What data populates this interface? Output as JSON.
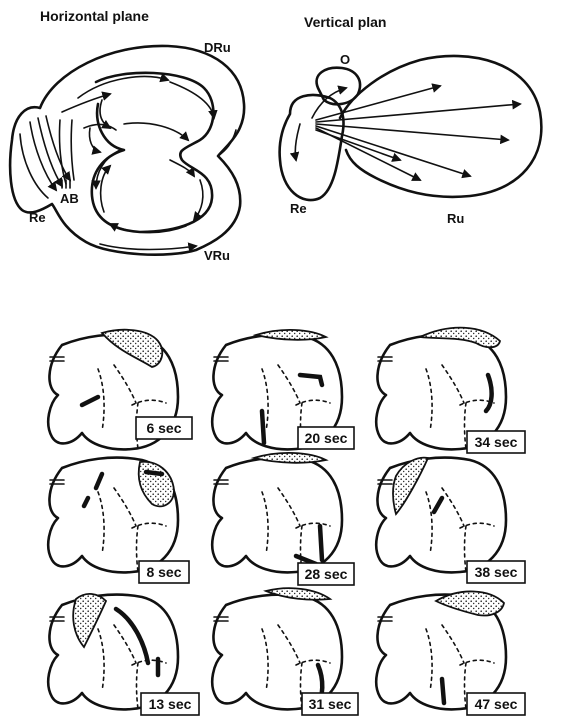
{
  "panels": {
    "horizontal": {
      "title": "Horizontal plane",
      "labels": {
        "dru": "DRu",
        "vru": "VRu",
        "re": "Re",
        "ab": "AB"
      }
    },
    "vertical": {
      "title": "Vertical plan",
      "labels": {
        "o": "O",
        "re": "Re",
        "ru": "Ru"
      }
    }
  },
  "timepoints": [
    "6 sec",
    "20 sec",
    "34 sec",
    "8 sec",
    "28 sec",
    "38 sec",
    "13 sec",
    "31 sec",
    "47 sec"
  ]
}
